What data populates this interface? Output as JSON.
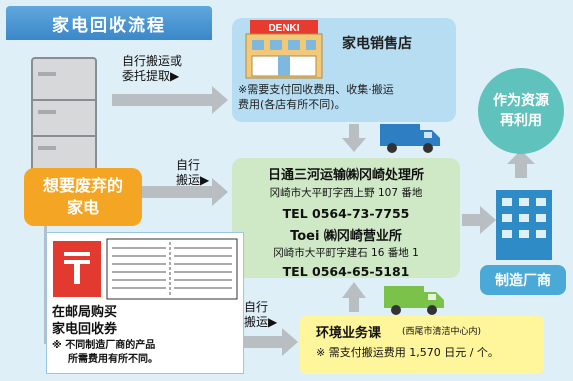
{
  "title": "家电回收流程",
  "source_box": {
    "line1": "想要废弃的",
    "line2": "家电"
  },
  "store": {
    "sign": "DENKI",
    "title": "家电销售店",
    "note_line1": "※需要支付回收费用、收集·搬运",
    "note_line2": "费用(各店有所不同)。"
  },
  "arrows": {
    "to_store_line1": "自行搬运或",
    "to_store_line2": "委托提取▶",
    "to_center_line1": "自行",
    "to_center_line2": "搬运▶",
    "to_env_line1": "自行",
    "to_env_line2": "搬运▶"
  },
  "center": {
    "company1_name": "日通三河运输㈱冈崎处理所",
    "company1_address": "冈崎市大平町字西上野 107 番地",
    "company1_tel": "TEL 0564-73-7755",
    "company2_name": "Toei ㈱冈崎营业所",
    "company2_address": "冈崎市大平町字建石 16 番地 1",
    "company2_tel": "TEL 0564-65-5181"
  },
  "recycle": {
    "line1": "作为资源",
    "line2": "再利用"
  },
  "maker": {
    "label": "制造厂商"
  },
  "post": {
    "line1": "在邮局购买",
    "line2": "家电回收券",
    "note_line1": "※ 不同制造厂商的产品",
    "note_line2": "所需费用有所不同。"
  },
  "env": {
    "title": "环境业务课",
    "subtitle": "(西尾市清洁中心内)",
    "fee": "※ 需支付搬运费用 1,570 日元 / 个。"
  },
  "colors": {
    "title_bg": "#3b87c8",
    "source_bg": "#f5a524",
    "store_bg": "#b6ddf2",
    "center_bg": "#cfe9c7",
    "recycle_bg": "#5fc2bd",
    "maker_bg": "#4aa9d6",
    "env_bg": "#fff59a",
    "arrow": "#b9bec3",
    "truck": "#2e7ec4",
    "truck_green": "#7bc24a"
  }
}
